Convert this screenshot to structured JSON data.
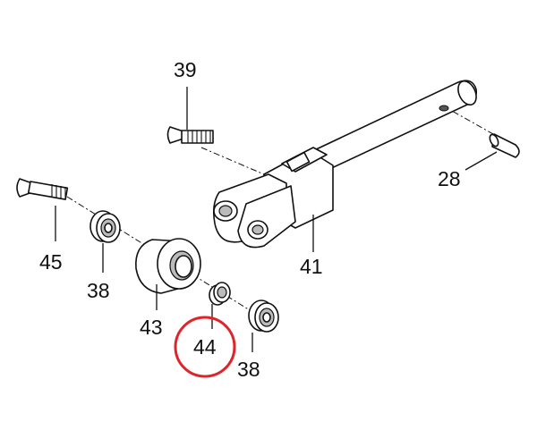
{
  "diagram": {
    "callouts": [
      {
        "id": "39",
        "label": "39"
      },
      {
        "id": "28",
        "label": "28"
      },
      {
        "id": "45",
        "label": "45"
      },
      {
        "id": "38a",
        "label": "38"
      },
      {
        "id": "41",
        "label": "41"
      },
      {
        "id": "43",
        "label": "43"
      },
      {
        "id": "44",
        "label": "44",
        "highlighted": true
      },
      {
        "id": "38b",
        "label": "38"
      }
    ],
    "highlight_color": "#e0242b"
  }
}
